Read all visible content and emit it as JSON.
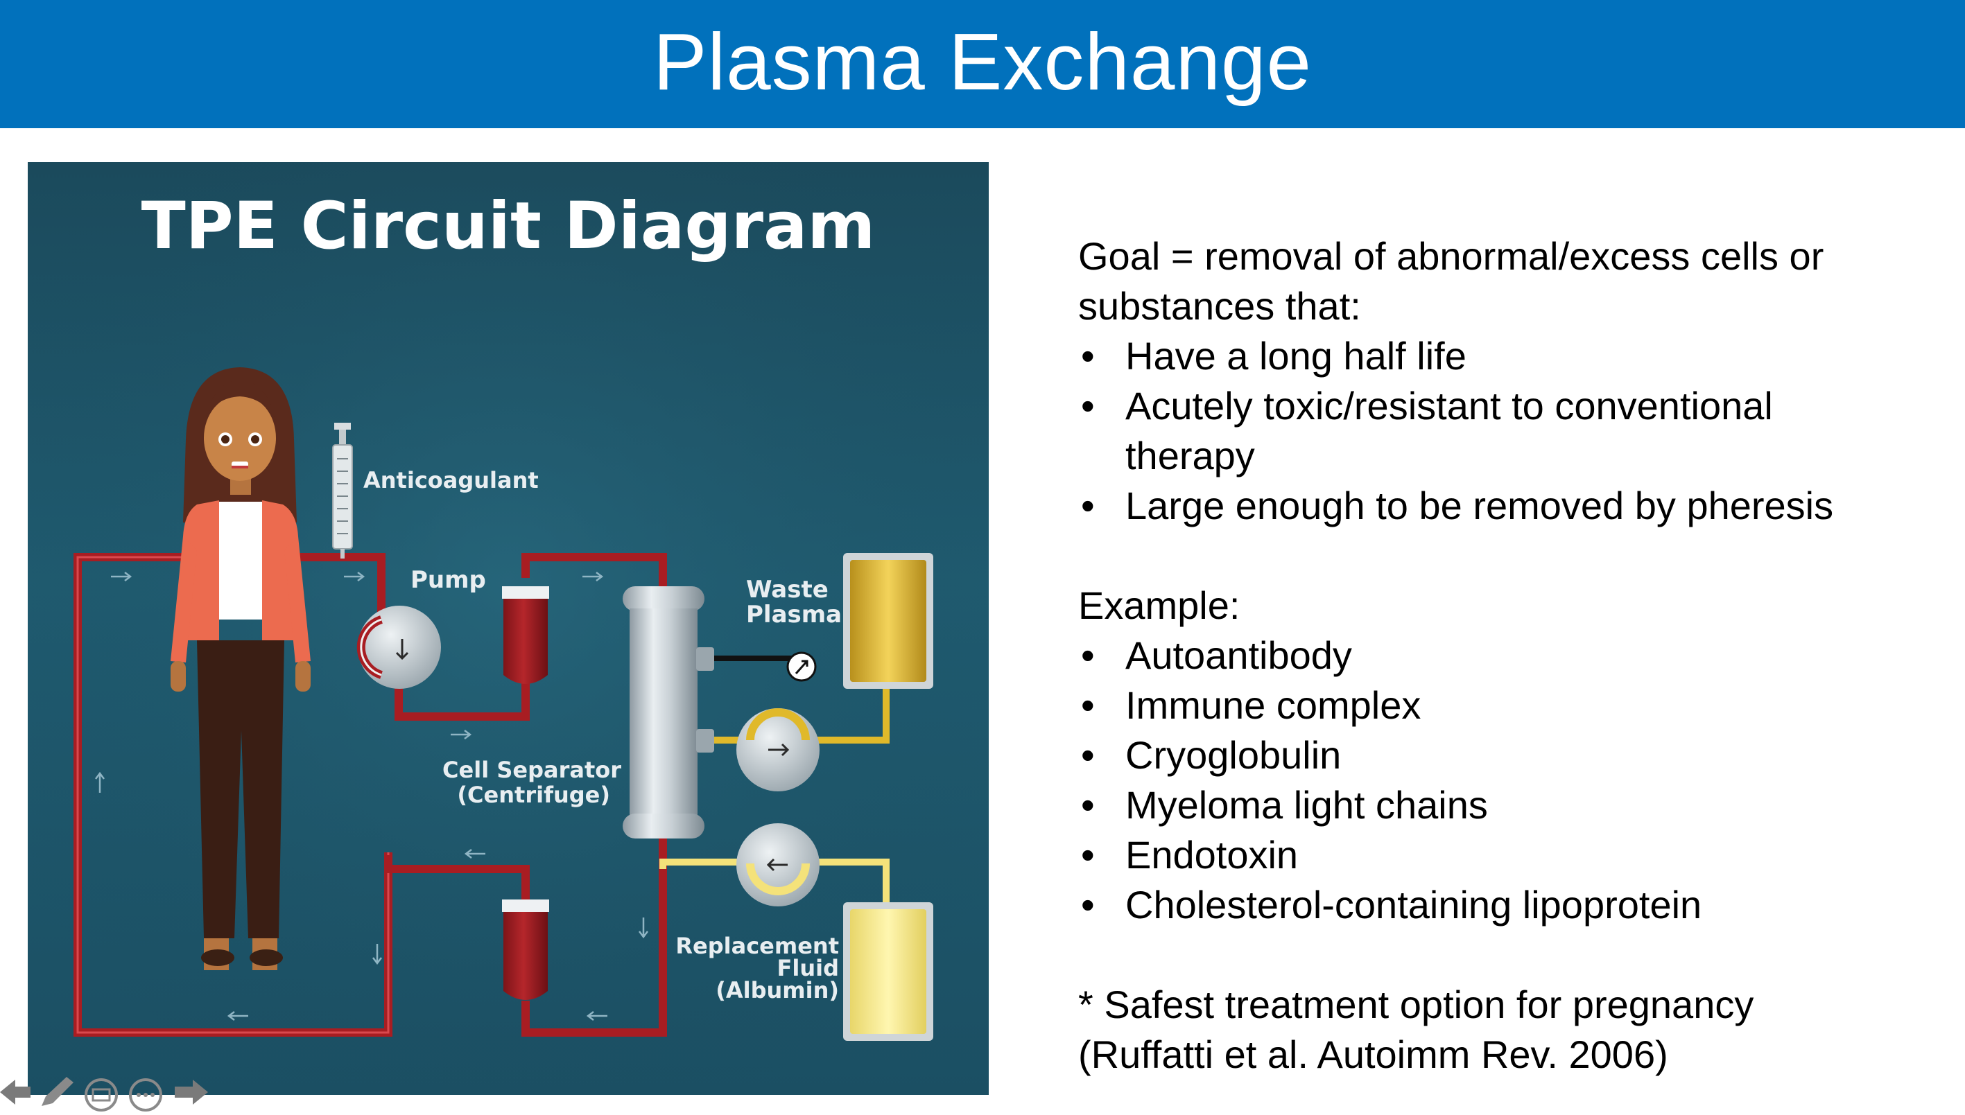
{
  "slide": {
    "title": "Plasma Exchange"
  },
  "diagram": {
    "title": "TPE Circuit Diagram",
    "labels": {
      "anticoagulant": "Anticoagulant",
      "pump": "Pump",
      "waste_line1": "Waste",
      "waste_line2": "Plasma",
      "separator_line1": "Cell Separator",
      "separator_line2": "(Centrifuge)",
      "replacement_line1": "Replacement",
      "replacement_line2": "Fluid",
      "replacement_line3": "(Albumin)"
    },
    "colors": {
      "background": "#1b4e61",
      "tubing": "#a81d22",
      "plasma": "#e0b92a",
      "replacement": "#f4e27a"
    }
  },
  "content": {
    "goal_line1": "Goal = removal of abnormal/excess cells or",
    "goal_line2": "substances that:",
    "goal_items": [
      "Have a long half life",
      "Acutely toxic/resistant to conventional",
      "therapy",
      "Large enough to be removed by pheresis"
    ],
    "example_heading": "Example:",
    "example_items": [
      "Autoantibody",
      "Immune complex",
      "Cryoglobulin",
      "Myeloma light chains",
      "Endotoxin",
      "Cholesterol-containing lipoprotein"
    ],
    "note_line1": "* Safest treatment option for pregnancy",
    "note_line2": "(Ruffatti et al. Autoimm Rev. 2006)"
  },
  "nav_icons": [
    "back-arrow-icon",
    "pen-icon",
    "slides-icon",
    "more-options-icon",
    "forward-arrow-icon"
  ]
}
